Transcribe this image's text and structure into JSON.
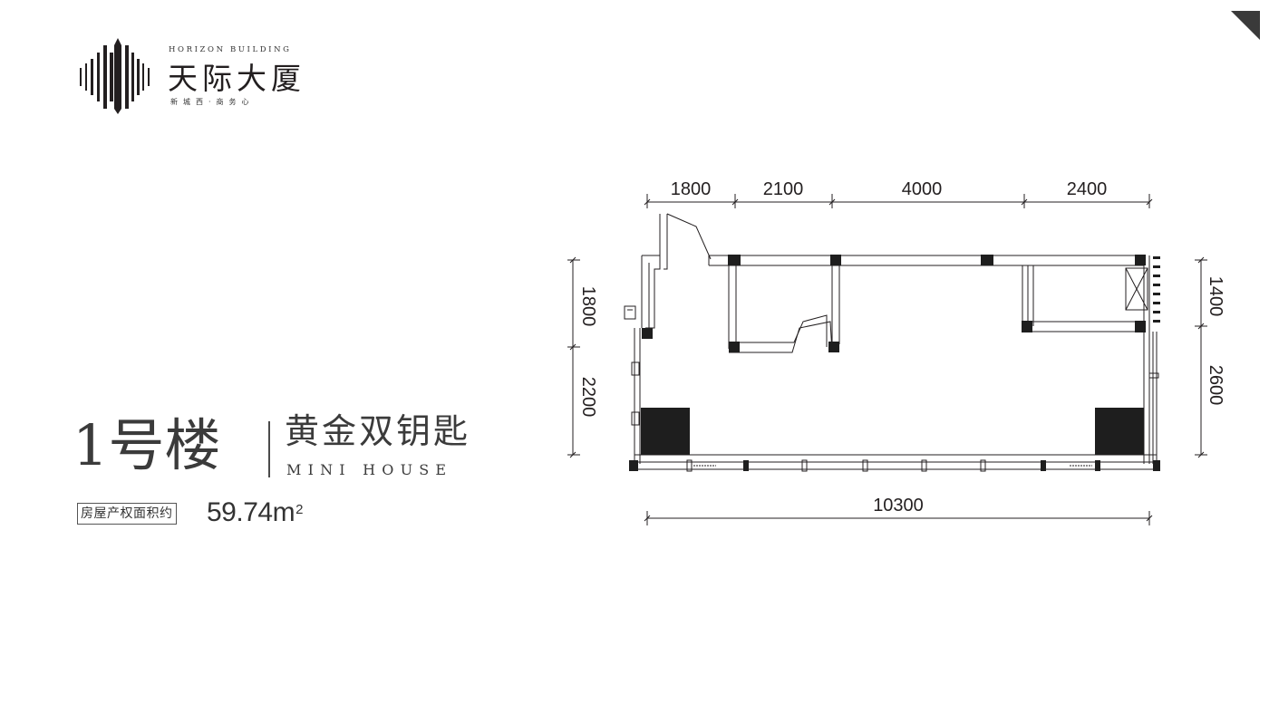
{
  "logo": {
    "en": "HORIZON BUILDING",
    "cn": "天际大厦",
    "sub": "新城西·商务心"
  },
  "unit": {
    "building": "1号楼",
    "type_cn": "黄金双钥匙",
    "type_en": "MINI HOUSE",
    "area_label": "房屋产权面积约",
    "area_value": "59.74m",
    "area_sup": "2"
  },
  "plan": {
    "top_dims": [
      "1800",
      "2100",
      "4000",
      "2400"
    ],
    "left_dims": [
      "1800",
      "2200"
    ],
    "right_dims": [
      "1400",
      "2600"
    ],
    "bottom_dim": "10300"
  },
  "colors": {
    "ink": "#231f20",
    "wall_fill": "#1e1e1e"
  }
}
